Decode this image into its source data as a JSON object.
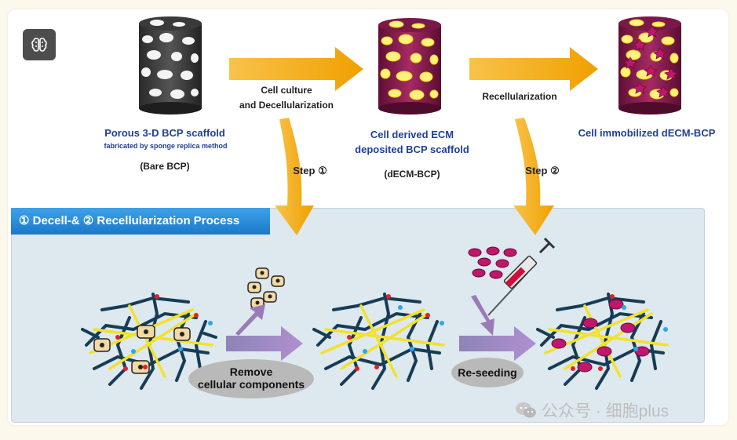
{
  "diagram": {
    "top_labels": {
      "bare_title": "Porous 3-D BCP scaffold",
      "bare_subtitle": "fabricated by sponge replica method",
      "bare_tag": "(Bare BCP)",
      "arrow1_line1": "Cell culture",
      "arrow1_line2": "and Decellularization",
      "decm_line1": "Cell derived ECM",
      "decm_line2": "deposited BCP scaffold",
      "decm_tag": "(dECM-BCP)",
      "arrow2_label": "Recellularization",
      "final_title": "Cell immobilized dECM-BCP"
    },
    "steps": {
      "step1": "Step ①",
      "step2": "Step ②"
    },
    "process": {
      "banner": "① Decell-& ② Recellularization Process",
      "remove_line1": "Remove",
      "remove_line2": "cellular components",
      "reseed": "Re-seeding"
    },
    "watermark": "公众号 · 细胞plus",
    "colors": {
      "label_blue": "#1f3f9a",
      "arrow_orange": "#f5ac13",
      "arrow_purple": "#9a7bb8",
      "banner_blue": "#1b78c8",
      "scaffold_magenta": "#8e1f52",
      "pore_yellow": "#fff27a",
      "fiber_navy": "#173c55"
    }
  }
}
